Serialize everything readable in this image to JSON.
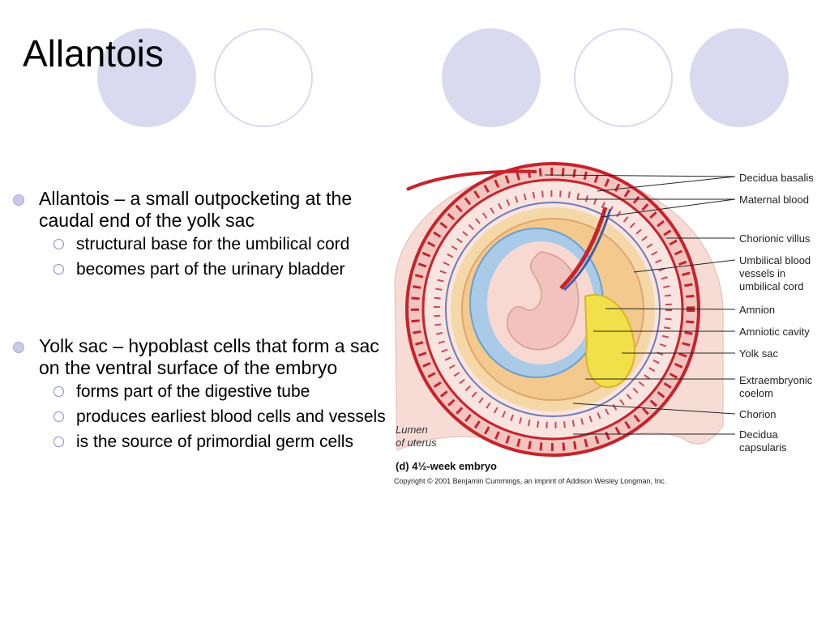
{
  "slide": {
    "title": "Allantois",
    "accent_color": "#d9d9ef"
  },
  "bullets": [
    {
      "text": "Allantois – a small outpocketing at the caudal end of the yolk sac",
      "subs": [
        "structural base for the umbilical cord",
        "becomes part of the urinary bladder"
      ]
    },
    {
      "text": "Yolk sac – hypoblast cells that form a sac on the ventral surface of the embryo",
      "subs": [
        "forms part of the digestive tube",
        "produces earliest blood cells and vessels",
        "is the source of primordial germ cells"
      ]
    }
  ],
  "figure": {
    "labels": [
      "Decidua basalis",
      "Maternal blood",
      "Chorionic villus",
      "Umbilical blood\nvessels in\numbilical cord",
      "Amnion",
      "Amniotic cavity",
      "Yolk sac",
      "Extraembryonic\ncoelom",
      "Chorion",
      "Decidua\ncapsularis"
    ],
    "lumen": "Lumen\nof uterus",
    "caption": "(d) 4½-week embryo",
    "copyright": "Copyright © 2001 Benjamin Cummings, an imprint of Addison Wesley Longman, Inc."
  }
}
